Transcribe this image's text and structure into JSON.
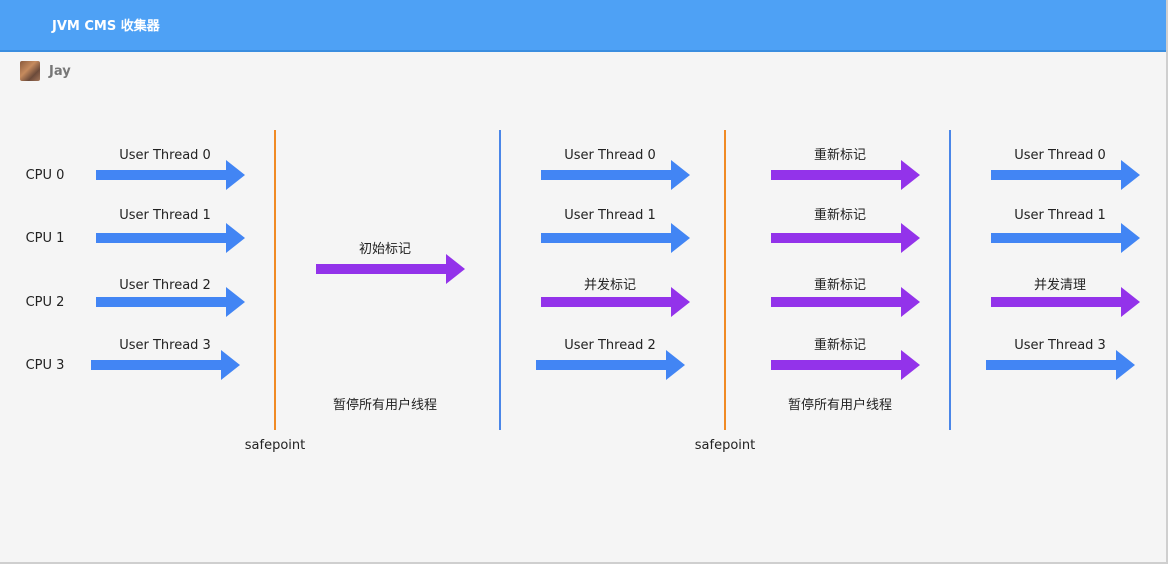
{
  "header": {
    "title": "JVM CMS 收集器"
  },
  "author": {
    "name": "Jay"
  },
  "colors": {
    "blue_arrow": "#4285f4",
    "purple_arrow": "#9333ea",
    "safepoint_line": "#f08a24",
    "divider_line": "#4a86e8",
    "header_bg": "#4ea1f5"
  },
  "cpus": [
    "CPU 0",
    "CPU 1",
    "CPU 2",
    "CPU 3"
  ],
  "phases": [
    {
      "arrows": [
        {
          "label": "User Thread 0",
          "color": "blue"
        },
        {
          "label": "User Thread 1",
          "color": "blue"
        },
        {
          "label": "User Thread 2",
          "color": "blue"
        },
        {
          "label": "User Thread 3",
          "color": "blue"
        }
      ]
    },
    {
      "arrows": [
        {
          "label": "初始标记",
          "color": "purple"
        }
      ],
      "note": "暂停所有用户线程"
    },
    {
      "arrows": [
        {
          "label": "User Thread 0",
          "color": "blue"
        },
        {
          "label": "User Thread 1",
          "color": "blue"
        },
        {
          "label": "并发标记",
          "color": "purple"
        },
        {
          "label": "User Thread 2",
          "color": "blue"
        }
      ]
    },
    {
      "arrows": [
        {
          "label": "重新标记",
          "color": "purple"
        },
        {
          "label": "重新标记",
          "color": "purple"
        },
        {
          "label": "重新标记",
          "color": "purple"
        },
        {
          "label": "重新标记",
          "color": "purple"
        }
      ],
      "note": "暂停所有用户线程"
    },
    {
      "arrows": [
        {
          "label": "User Thread 0",
          "color": "blue"
        },
        {
          "label": "User Thread 1",
          "color": "blue"
        },
        {
          "label": "并发清理",
          "color": "purple"
        },
        {
          "label": "User Thread 3",
          "color": "blue"
        }
      ]
    }
  ],
  "safepoints": [
    "safepoint",
    "safepoint"
  ]
}
